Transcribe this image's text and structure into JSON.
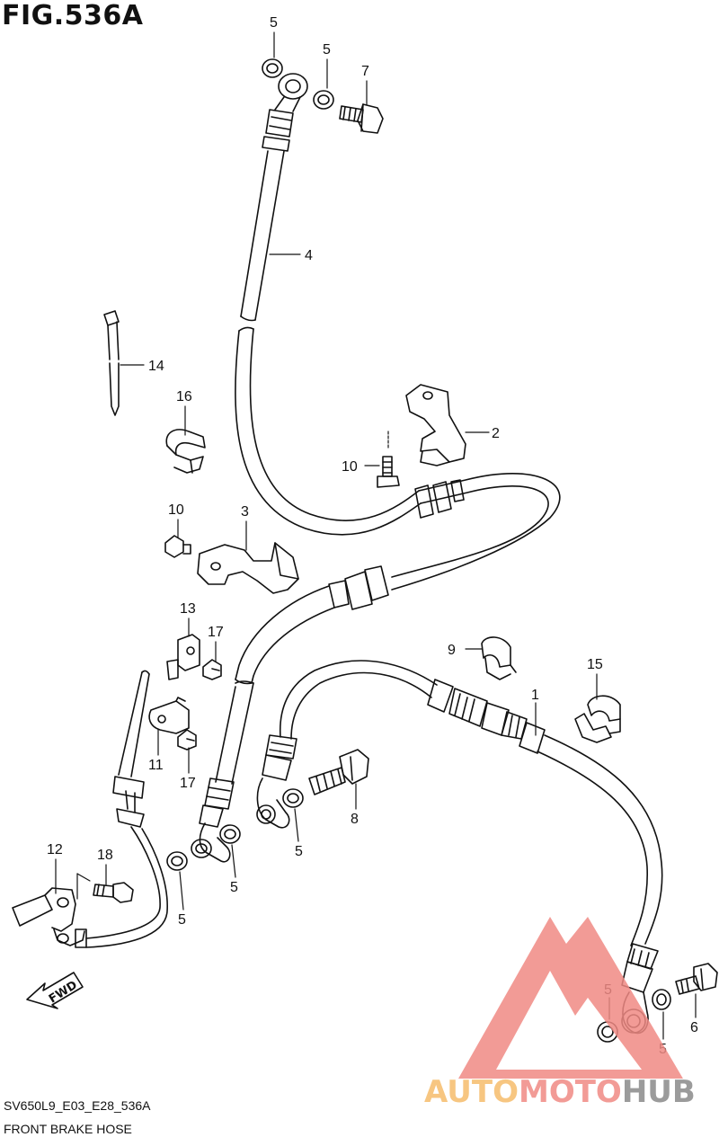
{
  "figure": {
    "title": "FIG.536A",
    "code": "SV650L9_E03_E28_536A",
    "name": "FRONT BRAKE HOSE"
  },
  "callouts": [
    {
      "id": "c5a",
      "label": "5"
    },
    {
      "id": "c5b",
      "label": "5"
    },
    {
      "id": "c7",
      "label": "7"
    },
    {
      "id": "c4",
      "label": "4"
    },
    {
      "id": "c14",
      "label": "14"
    },
    {
      "id": "c16",
      "label": "16"
    },
    {
      "id": "c2",
      "label": "2"
    },
    {
      "id": "c10a",
      "label": "10"
    },
    {
      "id": "c10b",
      "label": "10"
    },
    {
      "id": "c3",
      "label": "3"
    },
    {
      "id": "c13",
      "label": "13"
    },
    {
      "id": "c17a",
      "label": "17"
    },
    {
      "id": "c9",
      "label": "9"
    },
    {
      "id": "c15",
      "label": "15"
    },
    {
      "id": "c1",
      "label": "1"
    },
    {
      "id": "c11",
      "label": "11"
    },
    {
      "id": "c17b",
      "label": "17"
    },
    {
      "id": "c8",
      "label": "8"
    },
    {
      "id": "c5c",
      "label": "5"
    },
    {
      "id": "c12",
      "label": "12"
    },
    {
      "id": "c18",
      "label": "18"
    },
    {
      "id": "c5d",
      "label": "5"
    },
    {
      "id": "c5e",
      "label": "5"
    },
    {
      "id": "c5f",
      "label": "5"
    },
    {
      "id": "c5g",
      "label": "5"
    },
    {
      "id": "c6",
      "label": "6"
    }
  ],
  "fwd_label": "FWD",
  "watermark": {
    "part1": "AUTO",
    "part2": "MOTO",
    "part3": "HUB",
    "color_triangle": "#f08a84",
    "color_auto": "#f6bd6c",
    "color_hub": "#8a8a8a"
  }
}
